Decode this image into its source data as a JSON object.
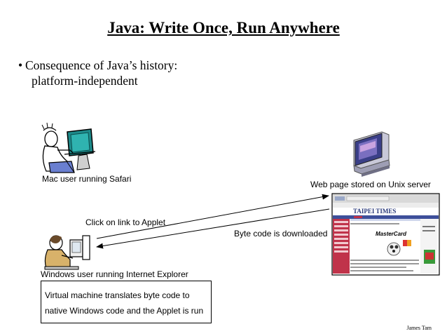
{
  "title": "Java: Write Once, Run Anywhere",
  "bullet": {
    "symbol": "•",
    "line1": "Consequence of Java’s history:",
    "line2": "platform-independent"
  },
  "labels": {
    "mac_user": "Mac user running Safari",
    "web_page": "Web page stored on Unix server",
    "click_link": "Click on link to Applet",
    "byte_code": "Byte code is downloaded",
    "windows_user": "Windows user running Internet Explorer"
  },
  "vm_box": {
    "line1": "Virtual machine translates byte code to",
    "line2": "native Windows code and the Applet is run"
  },
  "webpage_screenshot": {
    "masthead": "TAIPEI TIMES",
    "ad_brand": "MasterCard"
  },
  "footer": "James Tam",
  "colors": {
    "masthead_blue": "#2a3a7a",
    "sidebar_red": "#c0334a",
    "nav_blue": "#3d4f9a"
  },
  "icons": [
    "mac-user-clipart",
    "unix-server-computer-icon",
    "windows-user-clipart"
  ]
}
